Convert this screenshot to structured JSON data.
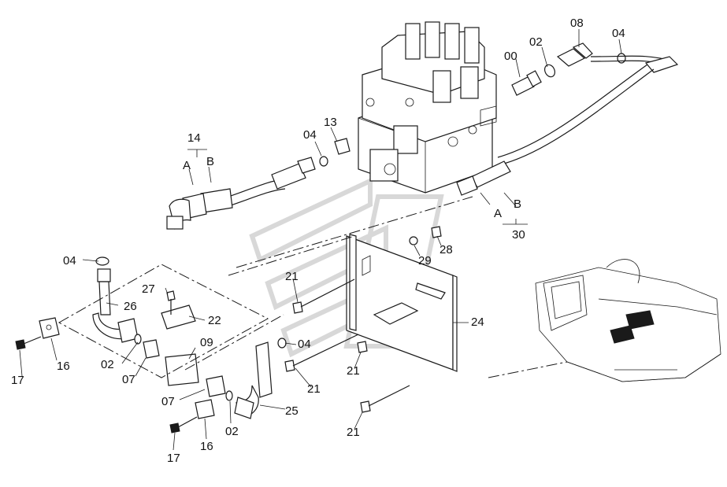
{
  "labels": {
    "p00": "00",
    "p02a": "02",
    "p08": "08",
    "p04a": "04",
    "p14": "14",
    "pA1": "A",
    "pB1": "B",
    "p13": "13",
    "p04b": "04",
    "pA2": "A",
    "pB2": "B",
    "p30": "30",
    "p04c": "04",
    "p28": "28",
    "p29": "29",
    "p27": "27",
    "p21a": "21",
    "p26": "26",
    "p22": "22",
    "p24": "24",
    "p09": "09",
    "p04d": "04",
    "p02b": "02",
    "p16a": "16",
    "p17a": "17",
    "p07a": "07",
    "p21b": "21",
    "p21c": "21",
    "p07b": "07",
    "p25": "25",
    "p02c": "02",
    "p21d": "21",
    "p16b": "16",
    "p17b": "17"
  }
}
